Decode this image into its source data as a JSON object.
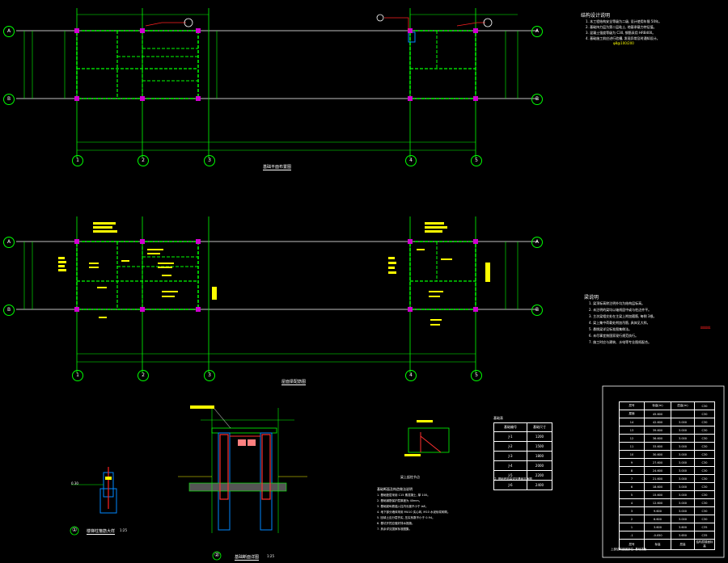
{
  "drawing": {
    "plan1_title": "基础平面布置图",
    "plan2_title": "屋面梁配筋图",
    "detail1_label": "①",
    "detail1_title": "楼梯柱箍筋大样",
    "detail1_scale": "1:25",
    "detail2_label": "②",
    "detail2_title": "基础断面详图",
    "detail2_scale": "1:25",
    "detail1_mark": "0.30",
    "small_detail_note": "梁上起柱节点",
    "axis_top": [
      "A",
      "B"
    ],
    "axis_bottom_left": [
      "1",
      "2",
      "3"
    ],
    "axis_bottom_right": [
      "4",
      "5"
    ]
  },
  "notes": {
    "design_title": "结构设计说明",
    "design_lines": [
      "1. 本工程结构安全等级为二级, 设计使用年限 50年。",
      "2. 基础持力层为第二层粘土, 地基承载力特征值。",
      "3. 混凝土强度等级为 C30, 钢筋采用 HRB400。",
      "4. 基础施工前应进行验槽, 发现异常及时通知设计。"
    ],
    "highlight": "φ8@100/200",
    "beam_title": "梁说明",
    "beam_lines": [
      "1. 梁顶标高除注明外均为结构层标高。",
      "2. 未注明的梁均以轴线居中或与柱边齐平。",
      "3. 主次梁相交处在主梁上附加箍筋, 每侧 3根。",
      "4. 梁上集中荷载处附加吊筋, 具体见大样。",
      "5. 悬挑梁详见标准图集做法。",
      "6. 未尽事宜按国家现行规范执行。",
      "7. 施工时应与建筑、水电等专业图纸配合。"
    ],
    "red_mark": "⅏⅏"
  },
  "small_table": {
    "title": "基础表",
    "headers": [
      "基础编号",
      "基础尺寸"
    ],
    "rows": [
      [
        "J-1",
        "1200"
      ],
      [
        "J-2",
        "1500"
      ],
      [
        "J-3",
        "1800"
      ],
      [
        "J-4",
        "2000"
      ],
      [
        "J-5",
        "2200"
      ],
      [
        "J-6",
        "2400"
      ]
    ],
    "note": "注: 基础底标高详见基础平面图"
  },
  "note_block": {
    "lines": [
      "基础断面及构造做法说明",
      "1. 基础垫层采用 C15 素混凝土, 厚 100。",
      "2. 基础钢筋保护层厚度为 40mm。",
      "3. 基础梁纵筋锚入柱内长度不小于 laE。",
      "4. 地下部分墙体采用 MU10 实心砖, M10 水泥砂浆砌筑。",
      "5. 回填土应分层夯实, 压实系数不小于 0.94。",
      "6. 基坑开挖应做好排水措施。",
      "7. 其余详见国家标准图集。"
    ]
  },
  "level_table": {
    "headers": [
      "层号",
      "标高(m)",
      "层高(m)"
    ],
    "rows": [
      [
        "屋面",
        "45.600",
        ""
      ],
      [
        "14",
        "42.600",
        "3.000"
      ],
      [
        "13",
        "39.600",
        "3.000"
      ],
      [
        "12",
        "36.600",
        "3.000"
      ],
      [
        "11",
        "33.600",
        "3.000"
      ],
      [
        "10",
        "30.600",
        "3.000"
      ],
      [
        "9",
        "27.600",
        "3.000"
      ],
      [
        "8",
        "24.600",
        "3.000"
      ],
      [
        "7",
        "21.600",
        "3.000"
      ],
      [
        "6",
        "18.600",
        "3.000"
      ],
      [
        "5",
        "15.600",
        "3.000"
      ],
      [
        "4",
        "12.600",
        "3.000"
      ],
      [
        "3",
        "9.600",
        "3.000"
      ],
      [
        "2",
        "6.600",
        "3.000"
      ],
      [
        "1",
        "3.600",
        "3.600"
      ],
      [
        "-1",
        "-0.050",
        "3.650"
      ],
      [
        "层号",
        "标高",
        "层高"
      ]
    ],
    "right_col": [
      "C30",
      "C30",
      "C30",
      "C30",
      "C30",
      "C30",
      "C30",
      "C30",
      "C30",
      "C30",
      "C30",
      "C30",
      "C30",
      "C30",
      "C30",
      "C35",
      "C35"
    ],
    "footer": "结构层楼面标高",
    "footer2": "上部结构嵌固部位: 基础顶面"
  }
}
